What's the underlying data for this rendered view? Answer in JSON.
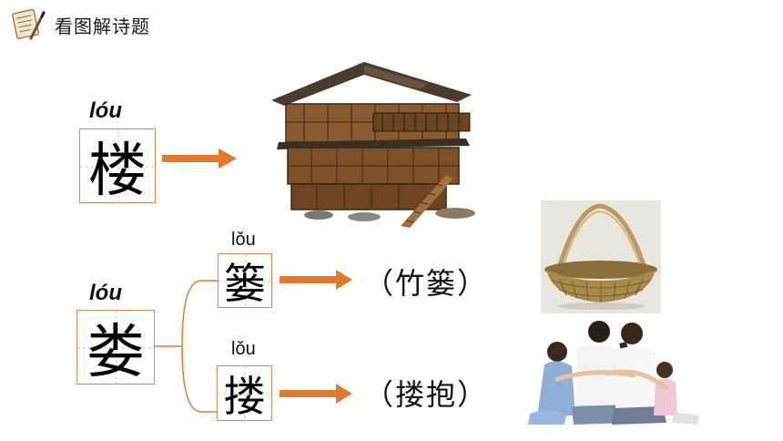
{
  "header": {
    "title": "看图解诗题",
    "icon": "scroll-notebook-icon"
  },
  "accent_color": "#e07a2e",
  "box_color": "#d98a52",
  "row_lou_building": {
    "pinyin": "lóu",
    "character": "楼",
    "image": "wooden-building-illustration"
  },
  "row_lou_root": {
    "pinyin": "lóu",
    "character": "娄"
  },
  "branch_basket": {
    "pinyin": "lǒu",
    "character": "篓",
    "meaning": "（竹篓）",
    "image": "bamboo-basket-photo"
  },
  "branch_hug": {
    "pinyin": "lǒu",
    "character": "搂",
    "meaning": "（搂抱）",
    "image": "family-hug-photo"
  }
}
